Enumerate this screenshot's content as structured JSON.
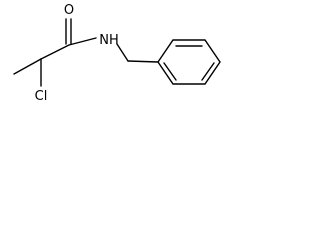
{
  "molecule": {
    "atoms": {
      "oxygen": "O",
      "nitrogen_hydrogen": "NH",
      "chlorine": "Cl"
    },
    "colors": {
      "bond": "#000000",
      "label": "#000000",
      "background": "#ffffff"
    }
  }
}
